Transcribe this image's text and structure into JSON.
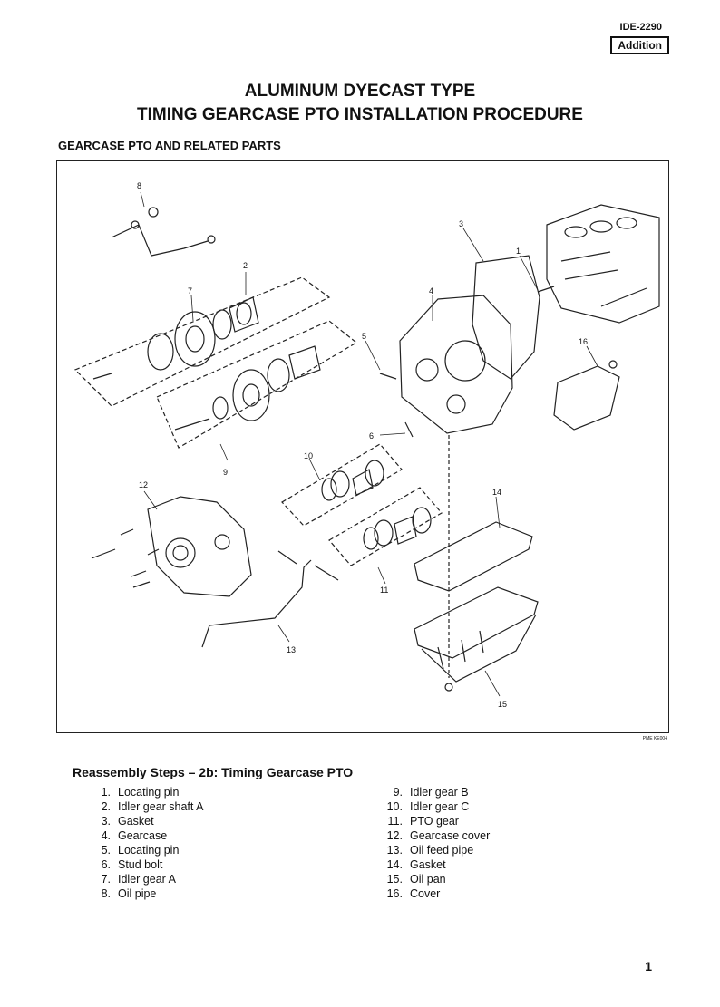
{
  "header": {
    "doc_code": "IDE-2290",
    "badge": "Addition"
  },
  "title": {
    "line1": "ALUMINUM DYECAST TYPE",
    "line2": "TIMING GEARCASE PTO INSTALLATION PROCEDURE"
  },
  "section_title": "GEARCASE PTO AND RELATED PARTS",
  "figure": {
    "callouts": [
      "1",
      "2",
      "3",
      "4",
      "5",
      "6",
      "7",
      "8",
      "9",
      "10",
      "11",
      "12",
      "13",
      "14",
      "15",
      "16"
    ],
    "code": "PME KE004"
  },
  "steps": {
    "title": "Reassembly Steps – 2b: Timing Gearcase PTO",
    "left": [
      {
        "n": "1.",
        "t": "Locating pin"
      },
      {
        "n": "2.",
        "t": "Idler gear shaft A"
      },
      {
        "n": "3.",
        "t": "Gasket"
      },
      {
        "n": "4.",
        "t": "Gearcase"
      },
      {
        "n": "5.",
        "t": "Locating pin"
      },
      {
        "n": "6.",
        "t": "Stud bolt"
      },
      {
        "n": "7.",
        "t": "Idler gear A"
      },
      {
        "n": "8.",
        "t": "Oil pipe"
      }
    ],
    "right": [
      {
        "n": "9.",
        "t": "Idler gear B"
      },
      {
        "n": "10.",
        "t": "Idler gear C"
      },
      {
        "n": "11.",
        "t": "PTO gear"
      },
      {
        "n": "12.",
        "t": "Gearcase cover"
      },
      {
        "n": "13.",
        "t": "Oil feed pipe"
      },
      {
        "n": "14.",
        "t": "Gasket"
      },
      {
        "n": "15.",
        "t": "Oil pan"
      },
      {
        "n": "16.",
        "t": "Cover"
      }
    ]
  },
  "page_number": "1"
}
